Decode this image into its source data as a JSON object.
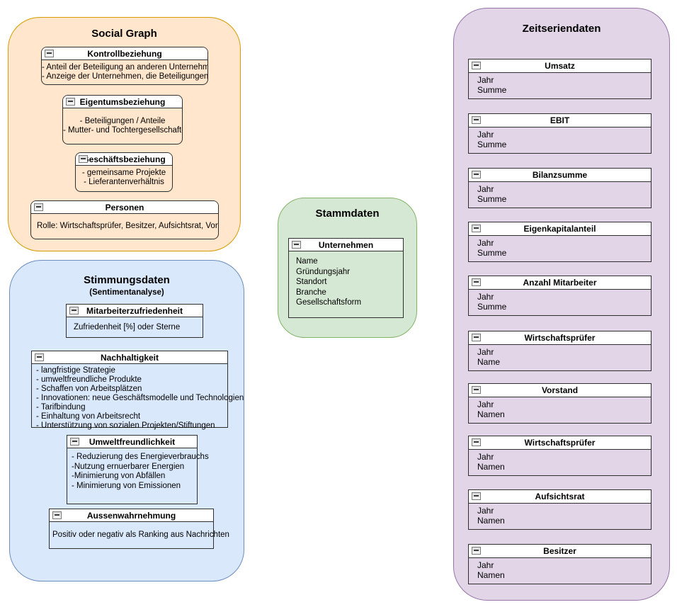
{
  "colors": {
    "social_graph_fill": "#ffe6cc",
    "social_graph_stroke": "#d79b00",
    "stimmungsdaten_fill": "#dae8fc",
    "stimmungsdaten_stroke": "#6c8ebf",
    "stammdaten_fill": "#d5e8d4",
    "stammdaten_stroke": "#82b366",
    "zeitseriendaten_fill": "#e1d5e7",
    "zeitseriendaten_stroke": "#9673a6",
    "entity_header_fill": "#ffffff"
  },
  "groups": {
    "social": {
      "title": "Social Graph",
      "boxes": [
        {
          "title": "Kontrollbeziehung",
          "lines": [
            "- Anteil der Beteiligung an anderen Unternehmen",
            "- Anzeige der Unternehmen, die Beteiligungen haben"
          ]
        },
        {
          "title": "Eigentumsbeziehung",
          "lines": [
            "- Beteiligungen / Anteile",
            "- Mutter- und Tochtergesellschaften"
          ]
        },
        {
          "title": "Geschäftsbeziehung",
          "lines": [
            "- gemeinsame Projekte",
            "- Lieferantenverhältnis"
          ]
        },
        {
          "title": "Personen",
          "lines": [
            "Rolle: Wirtschaftsprüfer, Besitzer, Aufsichtsrat, Vorstand"
          ]
        }
      ]
    },
    "stimmung": {
      "title": "Stimmungsdaten",
      "subtitle": "(Sentimentanalyse)",
      "boxes": [
        {
          "title": "Mitarbeiterzufriedenheit",
          "lines": [
            "Zufriedenheit [%] oder Sterne"
          ]
        },
        {
          "title": "Nachhaltigkeit",
          "lines": [
            "- langfristige Strategie",
            "- umweltfreundliche Produkte",
            "- Schaffen von Arbeitsplätzen",
            "- Innovationen: neue Geschäftsmodelle und Technologien",
            "- Tarifbindung",
            "- Einhaltung von Arbeitsrecht",
            "- Unterstützung von sozialen Projekten/Stiftungen"
          ]
        },
        {
          "title": "Umweltfreundlichkeit",
          "lines": [
            "- Reduzierung des Energieverbrauchs",
            "-Nutzung ernuerbarer Energien",
            "-Minimierung von Abfällen",
            "- Minimierung von Emissionen"
          ]
        },
        {
          "title": "Aussenwahrnehmung",
          "lines": [
            "Positiv oder negativ als Ranking aus Nachrichten"
          ]
        }
      ]
    },
    "stamm": {
      "title": "Stammdaten",
      "boxes": [
        {
          "title": "Unternehmen",
          "lines": [
            "Name",
            "Gründungsjahr",
            "Standort",
            "Branche",
            "Gesellschaftsform"
          ]
        }
      ]
    },
    "zeit": {
      "title": "Zeitseriendaten",
      "boxes": [
        {
          "title": "Umsatz",
          "lines": [
            "Jahr",
            "Summe"
          ]
        },
        {
          "title": "EBIT",
          "lines": [
            "Jahr",
            "Summe"
          ]
        },
        {
          "title": "Bilanzsumme",
          "lines": [
            "Jahr",
            "Summe"
          ]
        },
        {
          "title": "Eigenkapitalanteil",
          "lines": [
            "Jahr",
            "Summe"
          ]
        },
        {
          "title": "Anzahl Mitarbeiter",
          "lines": [
            "Jahr",
            "Summe"
          ]
        },
        {
          "title": "Wirtschaftsprüfer",
          "lines": [
            "Jahr",
            "Name"
          ]
        },
        {
          "title": "Vorstand",
          "lines": [
            "Jahr",
            "Namen"
          ]
        },
        {
          "title": "Wirtschaftsprüfer",
          "lines": [
            "Jahr",
            "Namen"
          ]
        },
        {
          "title": "Aufsichtsrat",
          "lines": [
            "Jahr",
            "Namen"
          ]
        },
        {
          "title": "Besitzer",
          "lines": [
            "Jahr",
            "Namen"
          ]
        }
      ]
    }
  }
}
